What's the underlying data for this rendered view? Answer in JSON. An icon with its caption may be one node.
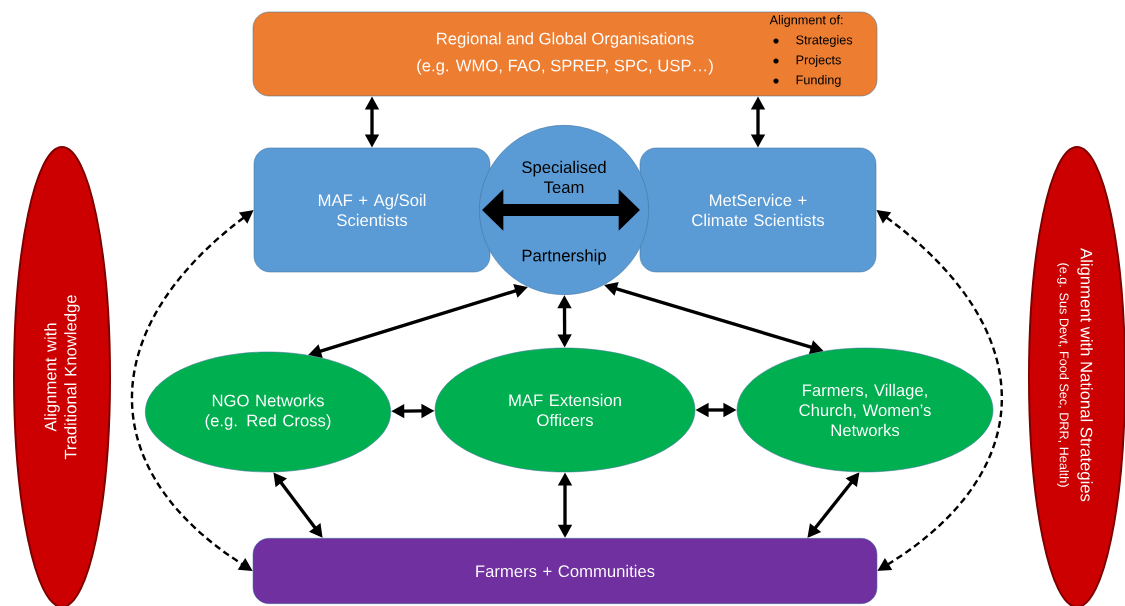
{
  "diagram": {
    "nodes": [
      {
        "text": [
          "Regional and Global Organisations",
          "(e.g. WMO, FAO, SPREP, SPC, USP…)",
          "Alignment of:",
          "Strategies",
          "Projects",
          "Funding"
        ]
      },
      {
        "text": [
          "MAF + Ag/Soil Scientists"
        ]
      },
      {
        "text": [
          "Specialised Team",
          "Partnership"
        ]
      },
      {
        "text": [
          "MetService + Climate Scientists"
        ]
      },
      {
        "text": [
          "NGO Networks (e.g. Red Cross)"
        ]
      },
      {
        "text": [
          "MAF Extension Officers"
        ]
      },
      {
        "text": [
          "Farmers, Village, Church, Women’s Networks"
        ]
      },
      {
        "text": [
          "Farmers + Communities"
        ]
      },
      {
        "text": [
          "Alignment with Traditional Knowledge"
        ]
      },
      {
        "text": [
          "Alignment with National Strategies",
          "(e.g. Sus Devt, Food Sec, DRR, Health)"
        ]
      }
    ],
    "edges": [
      {
        "from": 0,
        "to": 1,
        "arrow": "both"
      },
      {
        "from": 0,
        "to": 3,
        "arrow": "both"
      },
      {
        "from": 2,
        "to": 4,
        "arrow": "both"
      },
      {
        "from": 2,
        "to": 5,
        "arrow": "both"
      },
      {
        "from": 2,
        "to": 6,
        "arrow": "both"
      },
      {
        "from": 4,
        "to": 5,
        "arrow": "both"
      },
      {
        "from": 5,
        "to": 6,
        "arrow": "both"
      },
      {
        "from": 4,
        "to": 7,
        "arrow": "both"
      },
      {
        "from": 5,
        "to": 7,
        "arrow": "both"
      },
      {
        "from": 6,
        "to": 7,
        "arrow": "both"
      },
      {
        "from": 1,
        "to": 7,
        "arrow": "both",
        "style": "dashed"
      },
      {
        "from": 3,
        "to": 7,
        "arrow": "both",
        "style": "dashed"
      }
    ]
  }
}
